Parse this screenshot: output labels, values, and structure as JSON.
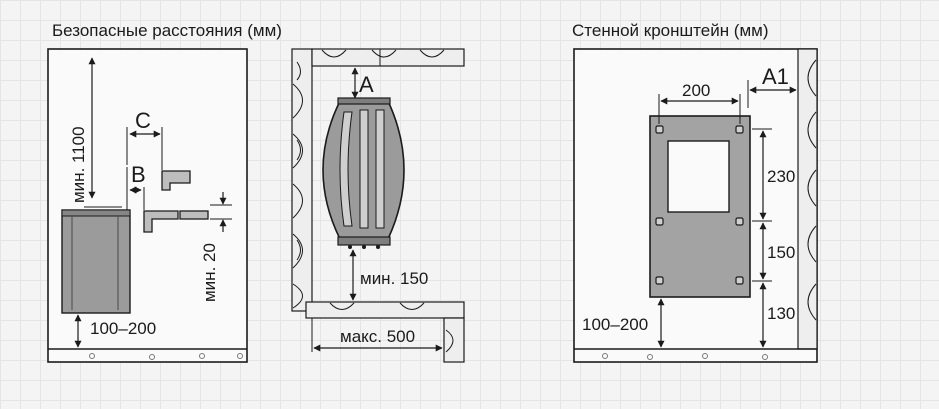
{
  "left_panel": {
    "title": "Безопасные расстояния (мм)",
    "labels": {
      "min_1100": "мин. 1100",
      "c": "C",
      "b": "B",
      "min_20": "мин. 20",
      "range_100_200": "100–200"
    }
  },
  "middle_panel": {
    "labels": {
      "a": "A",
      "min_150": "мин. 150",
      "max_500": "макс. 500"
    }
  },
  "right_panel": {
    "title": "Стенной кронштейн (мм)",
    "labels": {
      "a1": "A1",
      "dim_200": "200",
      "dim_230": "230",
      "dim_150": "150",
      "dim_130": "130",
      "range_100_200": "100–200"
    }
  },
  "colors": {
    "wall_fill": "#fafafa",
    "wood_fill": "#eeeeee",
    "heater_fill": "#9b9b9b",
    "bracket_fill": "#a3a3a3",
    "line": "#1b1b1b"
  }
}
